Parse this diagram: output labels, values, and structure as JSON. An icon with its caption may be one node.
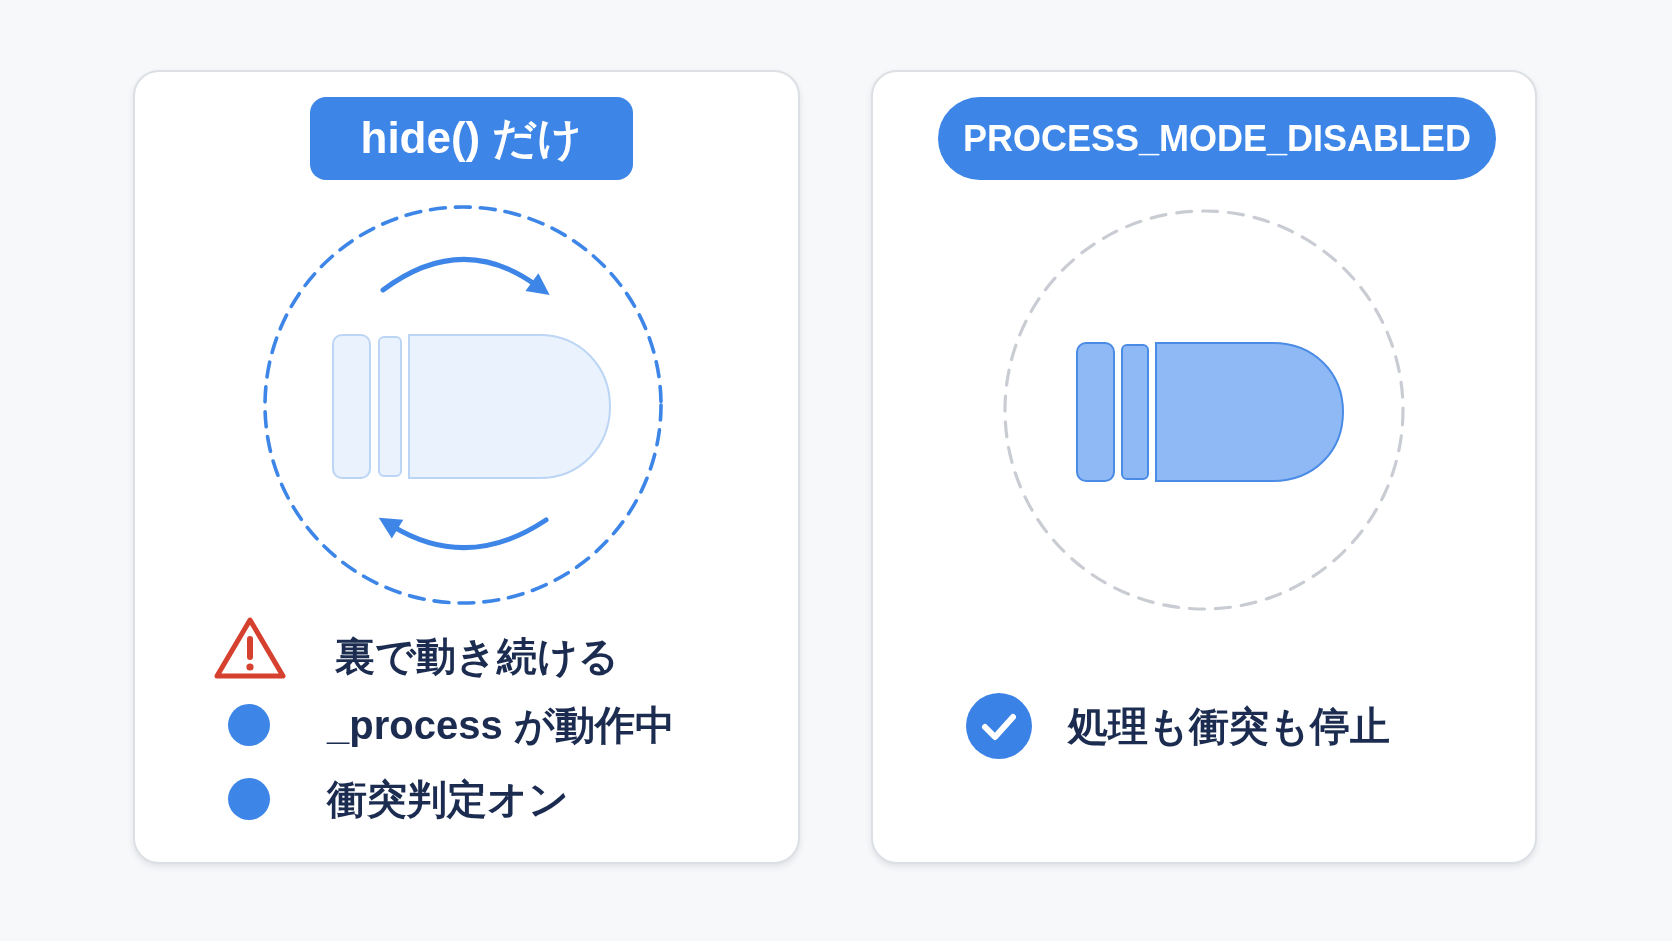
{
  "diagram": {
    "nodes": [
      {
        "text": [
          "裏で動き続ける",
          "_process が動作中",
          "衝突判定オン"
        ]
      },
      {
        "text": [
          "hide() だけ"
        ],
        "in": 0
      },
      {
        "text": [
          "処理も衝突も停止"
        ]
      },
      {
        "text": [
          "PROCESS_MODE_DISABLED"
        ],
        "in": 2
      }
    ]
  }
}
